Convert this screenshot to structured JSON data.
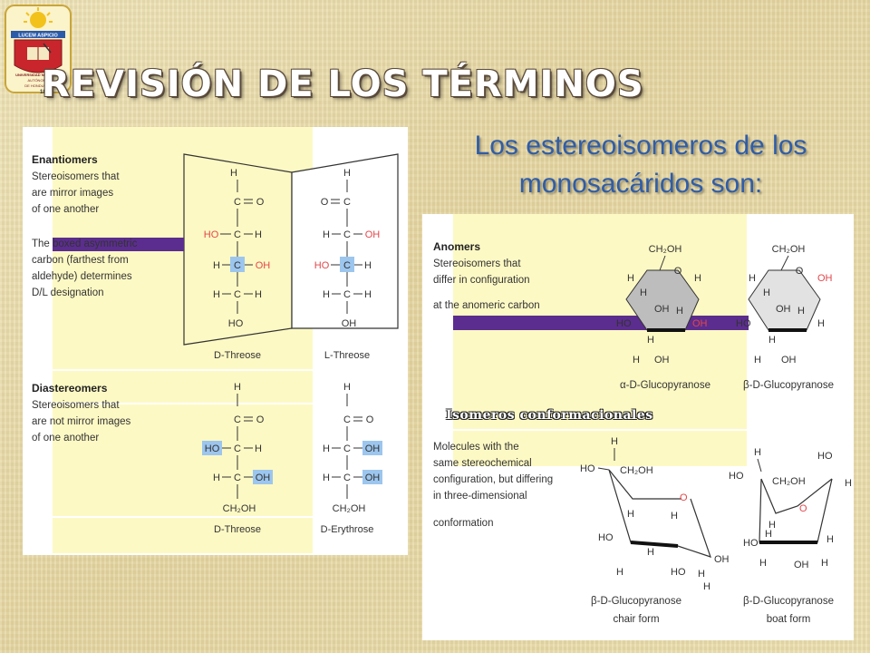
{
  "slide": {
    "title": "REVISIÓN DE LOS TÉRMINOS",
    "subtitle_line1": "Los estereoisomeros de los",
    "subtitle_line2": "monosacáridos son:"
  },
  "logo": {
    "motto": "LUCEM ASPICIO",
    "institution_1": "UNIVERSIDAD NACIONAL",
    "institution_2": "AUTÓNOMA",
    "institution_3": "DE HONDURAS",
    "year": "184"
  },
  "left_panel": {
    "enantiomers_heading": "Enantiomers",
    "enantiomers_desc": [
      "Stereoisomers that",
      "are mirror images",
      "of one another"
    ],
    "asym_note": [
      "The boxed asymmetric",
      "carbon (farthest from",
      "aldehyde) determines",
      "D/L designation"
    ],
    "d_threose": "D-Threose",
    "l_threose": "L-Threose",
    "diastereomers_heading": "Diastereomers",
    "diastereomers_desc": [
      "Stereoisomers that",
      "are not mirror images",
      "of one another"
    ],
    "d_threose_2": "D-Threose",
    "d_erythrose": "D-Erythrose"
  },
  "right_panel": {
    "anomers_heading": "Anomers",
    "anomers_desc": [
      "Stereoisomers that",
      "differ in configuration",
      "at the anomeric carbon"
    ],
    "alpha_label": "α-D-Glucopyranose",
    "beta_label": "β-D-Glucopyranose",
    "conformational_label": "Isomeros conformacionales",
    "conf_desc": [
      "Molecules with the",
      "same stereochemical",
      "configuration, but differing",
      "in three-dimensional",
      "conformation"
    ],
    "chair_label_1": "β-D-Glucopyranose",
    "chair_label_2": "chair form",
    "boat_label_1": "β-D-Glucopyranose",
    "boat_label_2": "boat form"
  },
  "colors": {
    "title_text": "#ffffff",
    "subtitle_text": "#2f5da8",
    "highlight_yellow": "#fdf9c4",
    "purple_bar": "#5b2d8e",
    "box_blue": "#9cc6ee",
    "red_group": "#e2474b"
  }
}
